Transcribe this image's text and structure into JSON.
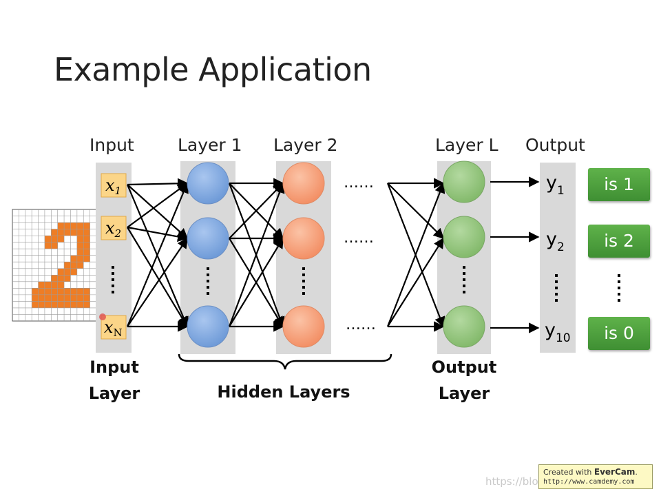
{
  "slide": {
    "title": "Example Application",
    "headers": {
      "input": "Input",
      "layer1": "Layer 1",
      "layer2": "Layer 2",
      "layerL": "Layer L",
      "output": "Output"
    },
    "input_layer_label": [
      "Input",
      "Layer"
    ],
    "output_layer_label": [
      "Output",
      "Layer"
    ],
    "hidden_layers_label": "Hidden Layers",
    "input_nodes": [
      {
        "var": "x",
        "sub": "1"
      },
      {
        "var": "x",
        "sub": "2"
      },
      {
        "var": "x",
        "sub": "N"
      }
    ],
    "output_nodes": [
      {
        "var": "y",
        "sub": "1"
      },
      {
        "var": "y",
        "sub": "2"
      },
      {
        "var": "y",
        "sub": "10"
      }
    ],
    "result_buttons": [
      "is 1",
      "is 2",
      "is 0"
    ],
    "ellipsis_h": "……",
    "colors": {
      "layer1_node": "#7fa8e0",
      "layer2_node": "#f6a07a",
      "output_node": "#93c47d",
      "column_bg": "#d9d9d9",
      "input_box": "#fbd588",
      "digit": "#ee7d25"
    }
  },
  "footer": {
    "watermark": "https://blog.csdn.net/...",
    "evercam_prefix": "Created with ",
    "evercam_brand": "EverCam",
    "evercam_suffix": ".",
    "evercam_url": "http://www.camdemy.com"
  }
}
